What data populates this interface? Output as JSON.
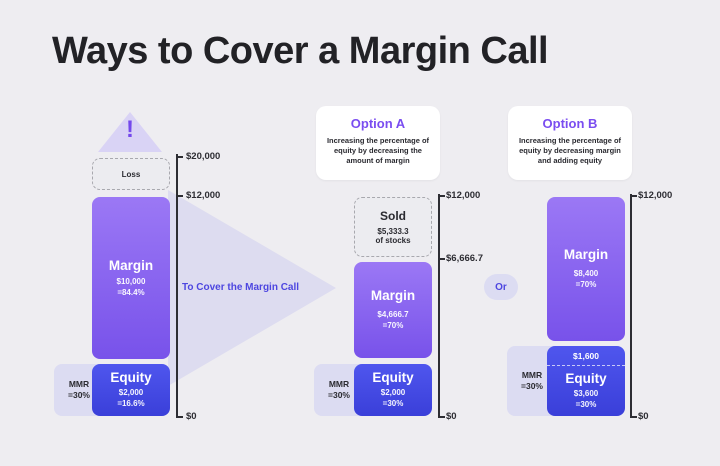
{
  "title": "Ways to Cover a Margin Call",
  "colors": {
    "margin": "#8a63f0",
    "equity": "#4248e2",
    "accent": "#7a4df0",
    "background": "#eeedf1"
  },
  "alert_icon": {
    "name": "exclamation-icon",
    "glyph": "!"
  },
  "initial": {
    "axis_labels": {
      "top": "$20,000",
      "mid": "$12,000",
      "bottom": "$0"
    },
    "loss_label": "Loss",
    "margin": {
      "title": "Margin",
      "amount": "$10,000",
      "percent": "=84.4%"
    },
    "equity": {
      "title": "Equity",
      "amount": "$2,000",
      "percent": "=16.6%"
    },
    "mmr": {
      "line1": "MMR",
      "line2": "=30%"
    }
  },
  "arrow_text": "To Cover the Margin Call",
  "option_a": {
    "title": "Option A",
    "description": "Increasing the percentage of equity by decreasing the amount of margin",
    "axis_labels": {
      "top": "$12,000",
      "mid": "$6,666.7",
      "bottom": "$0"
    },
    "sold": {
      "title": "Sold",
      "amount": "$5,333.3",
      "note": "of stocks"
    },
    "margin": {
      "title": "Margin",
      "amount": "$4,666.7",
      "percent": "=70%"
    },
    "equity": {
      "title": "Equity",
      "amount": "$2,000",
      "percent": "=30%"
    },
    "mmr": {
      "line1": "MMR",
      "line2": "=30%"
    }
  },
  "or_label": "Or",
  "option_b": {
    "title": "Option B",
    "description": "Increasing the percentage of equity by decreasing margin and adding equity",
    "axis_labels": {
      "top": "$12,000",
      "bottom": "$0"
    },
    "margin": {
      "title": "Margin",
      "amount": "$8,400",
      "percent": "=70%"
    },
    "added": "$1,600",
    "equity": {
      "title": "Equity",
      "amount": "$3,600",
      "percent": "=30%"
    },
    "mmr": {
      "line1": "MMR",
      "line2": "=30%"
    }
  }
}
